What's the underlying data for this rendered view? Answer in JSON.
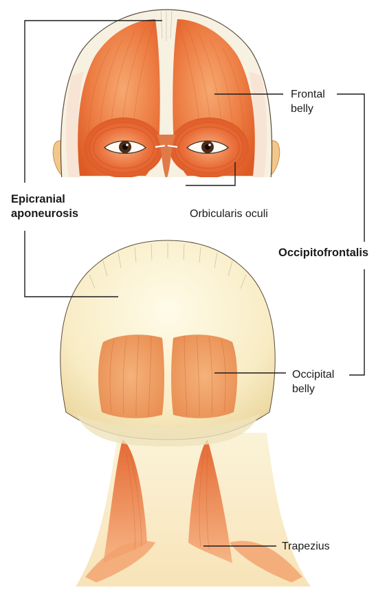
{
  "labels": {
    "frontal_belly": [
      "Frontal",
      "belly"
    ],
    "orbicularis_oculi": "Orbicularis oculi",
    "epicranial_aponeurosis": [
      "Epicranial",
      "aponeurosis"
    ],
    "occipitofrontalis": "Occipitofrontalis",
    "occipital_belly": [
      "Occipital",
      "belly"
    ],
    "trapezius": "Trapezius"
  },
  "colors": {
    "muscle": "#e8703a",
    "muscle_light": "#f5a36c",
    "aponeurosis": "#faf3dc",
    "skin": "#f6e2b8",
    "leader": "#1a1a1a"
  }
}
